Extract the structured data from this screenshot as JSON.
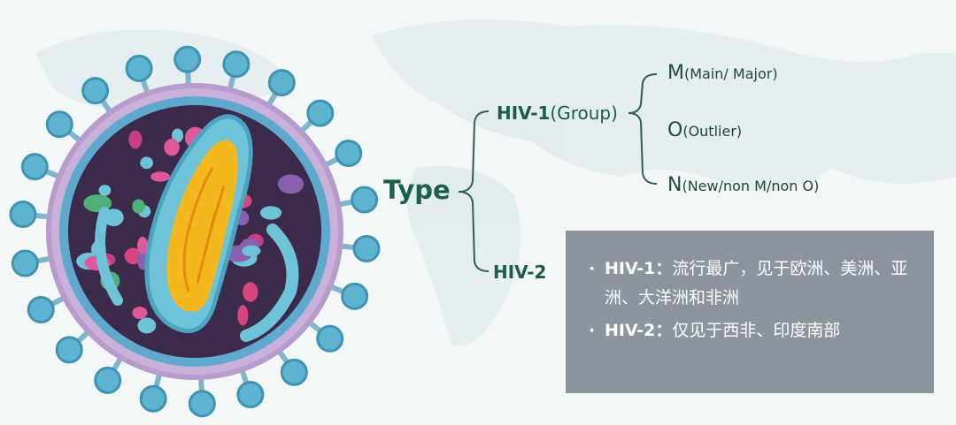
{
  "diagram": {
    "root": "Type",
    "branches": [
      {
        "key": "HIV-1",
        "note": "(Group)",
        "groups": [
          {
            "letter": "M",
            "note": "(Main/ Major)"
          },
          {
            "letter": "O",
            "note": "(Outlier)"
          },
          {
            "letter": "N",
            "note": "(New/non M/non O)"
          }
        ]
      },
      {
        "key": "HIV-2",
        "note": ""
      }
    ]
  },
  "info_box": {
    "items": [
      {
        "bullet": "·",
        "key": "HIV-1：",
        "text": "流行最广，见于欧洲、美洲、亚洲、大洋洲和非洲"
      },
      {
        "bullet": "·",
        "key": "HIV-2：",
        "text": "仅见于西非、印度南部"
      }
    ]
  },
  "colors": {
    "label_green": "#1d5b4a",
    "connector": "#2e5f52",
    "info_box_bg": "#8c959e",
    "info_text": "#ffffff"
  },
  "icons": {
    "virus": "hiv-virion-illustration",
    "background": "world-map"
  }
}
